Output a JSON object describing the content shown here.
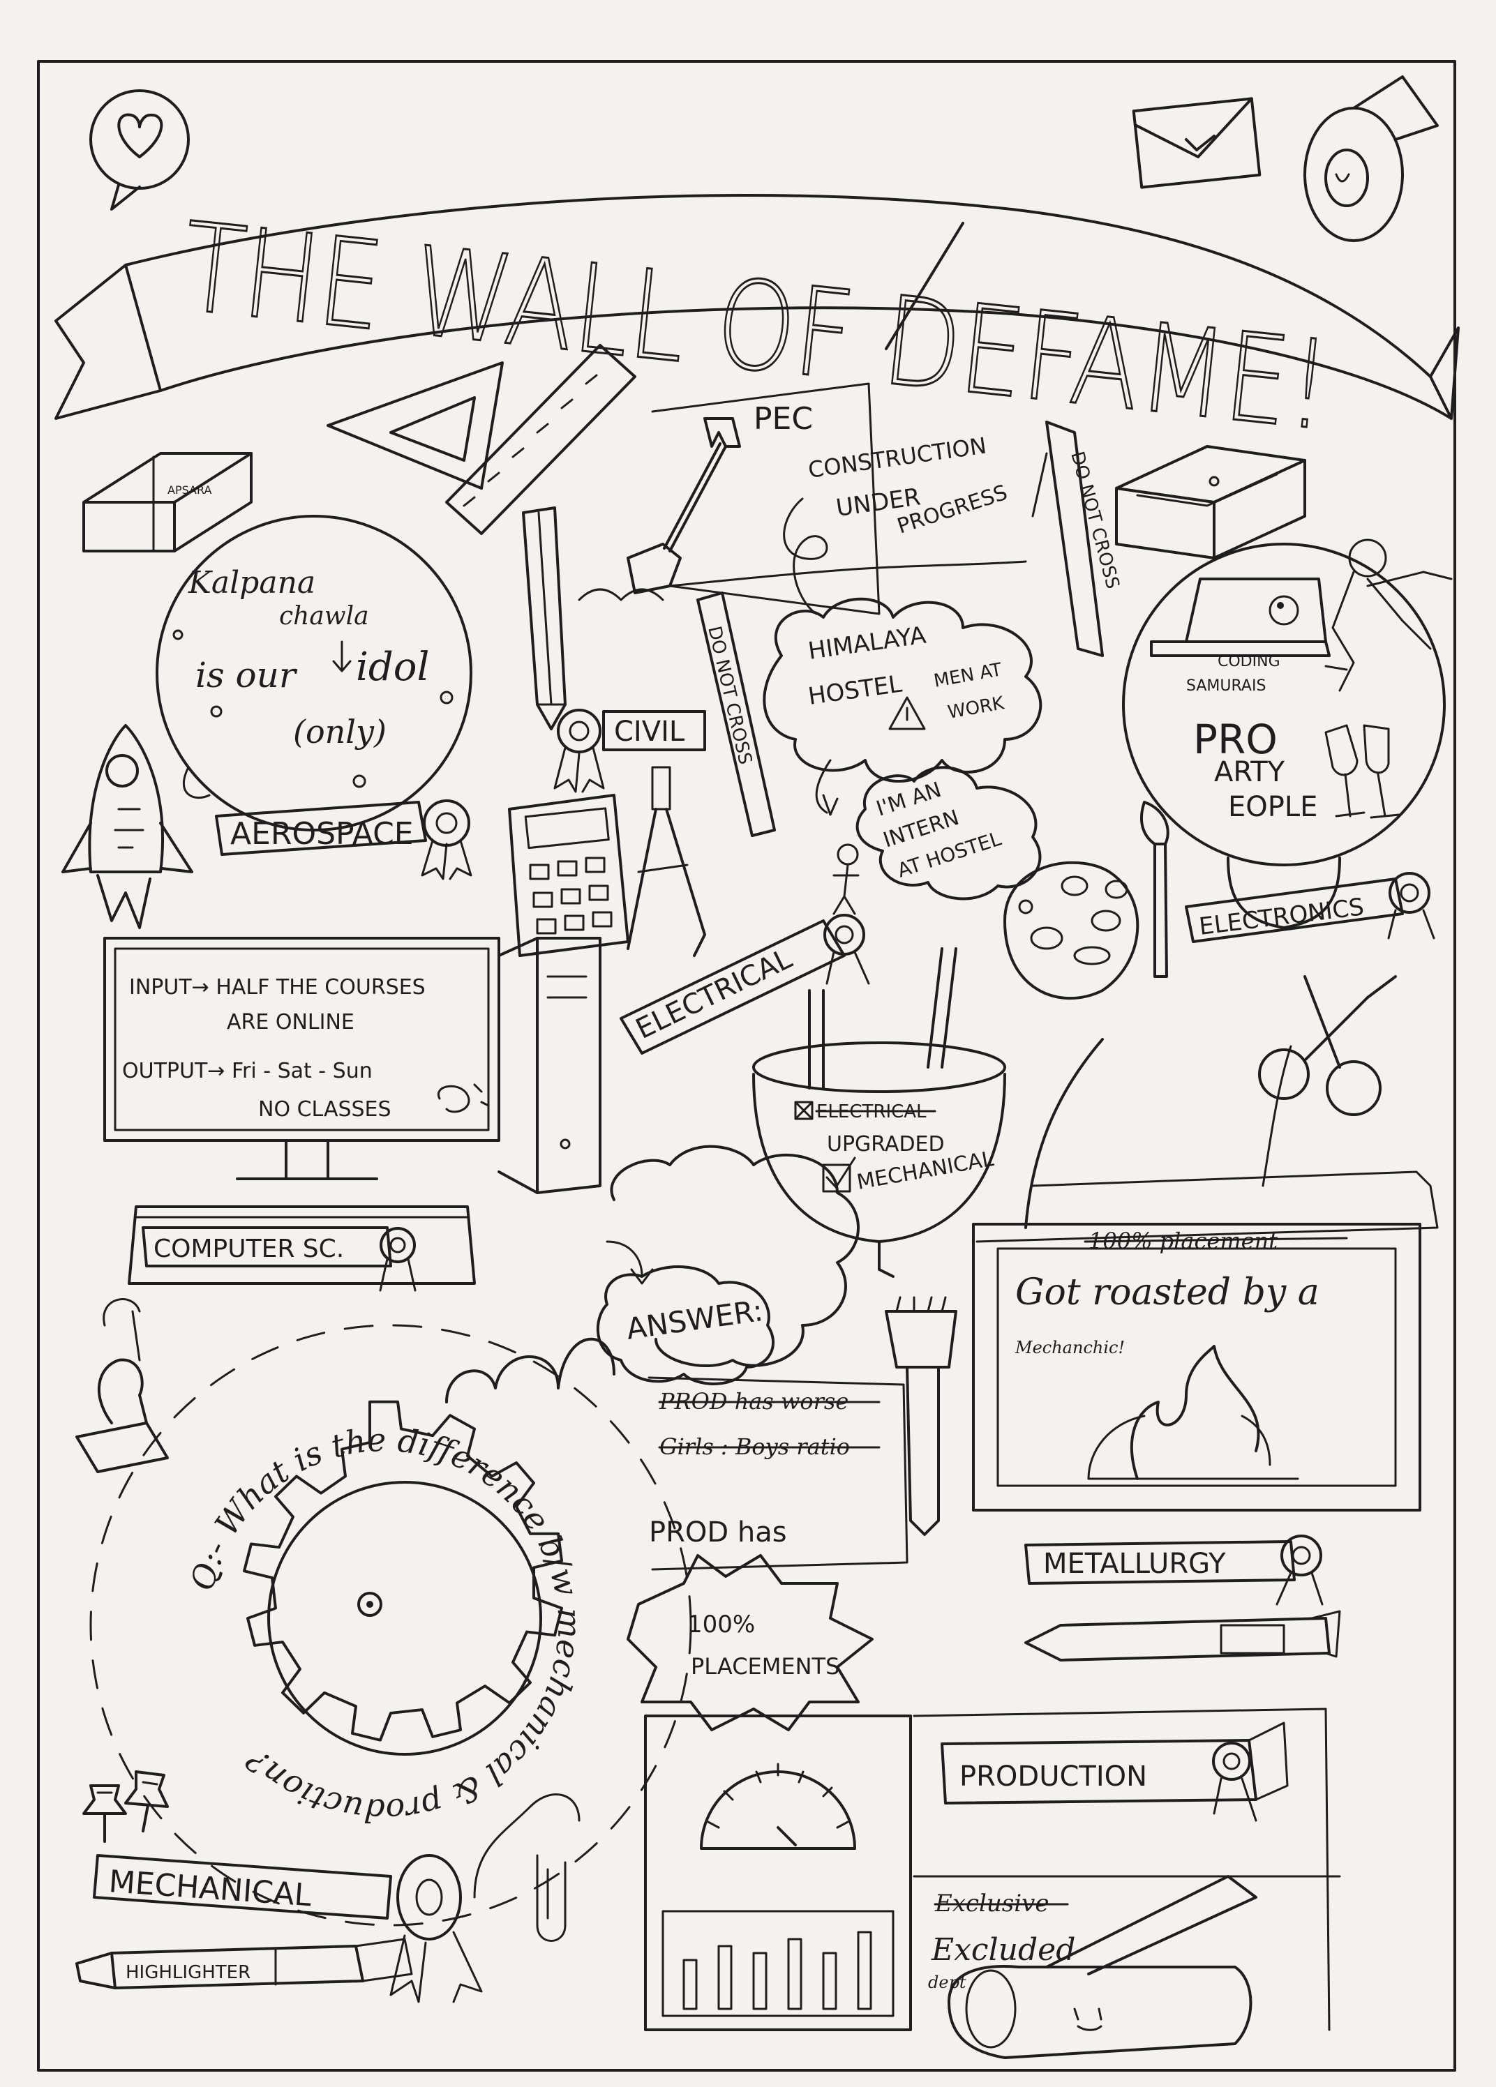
{
  "title": {
    "text_prefix": "THE WALL OF ",
    "struck": "DE",
    "text_suffix": "FAME!"
  },
  "eraser_label": "APSARA",
  "aerospace": {
    "bubble_line1": "Kalpana",
    "bubble_line2": "chawla",
    "bubble_line3": "is our",
    "bubble_line4": "idol",
    "bubble_line5": "(only)",
    "ribbon": "AEROSPACE"
  },
  "civil": {
    "ribbon": "CIVIL",
    "sign_line1": "PEC",
    "sign_line2": "CONSTRUCTION",
    "sign_line3": "UNDER",
    "sign_line4": "PROGRESS",
    "tape_right": "DO NOT CROSS",
    "tape_left": "DO NOT CROSS",
    "cloud1_line1": "HIMALAYA",
    "cloud1_line2": "HOSTEL",
    "cloud1_line3": "MEN AT",
    "cloud1_line4": "WORK",
    "cloud2_line1": "I'M AN",
    "cloud2_line2": "INTERN",
    "cloud2_line3": "AT HOSTEL"
  },
  "electronics": {
    "laptop_label_line1": "CODING",
    "laptop_label_line2": "SAMURAIS",
    "party_line1": "PRO",
    "party_line2": "ARTY",
    "party_line3": "EOPLE",
    "ribbon": "ELECTRONICS"
  },
  "computer": {
    "line1": "INPUT→ HALF THE COURSES",
    "line2": "ARE ONLINE",
    "line3": "OUTPUT→ Fri - Sat - Sun",
    "line4": "NO CLASSES",
    "ribbon": "COMPUTER SC."
  },
  "electrical": {
    "ribbon": "ELECTRICAL",
    "struck": "ELECTRICAL",
    "line1": "UPGRADED",
    "line2": "MECHANICAL"
  },
  "metallurgy": {
    "struck": "100% placement",
    "line1": "Got roasted by a",
    "line2": "Mechanchic!",
    "ribbon": "METALLURGY"
  },
  "production": {
    "answer": "ANSWER:",
    "struck1": "PROD has worse",
    "struck2": "Girls : Boys ratio",
    "line1": "PROD has",
    "burst1": "100%",
    "burst2": "PLACEMENTS",
    "sign": "PRODUCTION",
    "struck3": "Exclusive",
    "line2": "Excluded",
    "line3": "dept"
  },
  "mechanical": {
    "question": "Q:- What is the difference b/w mechanical & production?",
    "ribbon": "MECHANICAL",
    "highlighter": "HIGHLIGHTER"
  }
}
